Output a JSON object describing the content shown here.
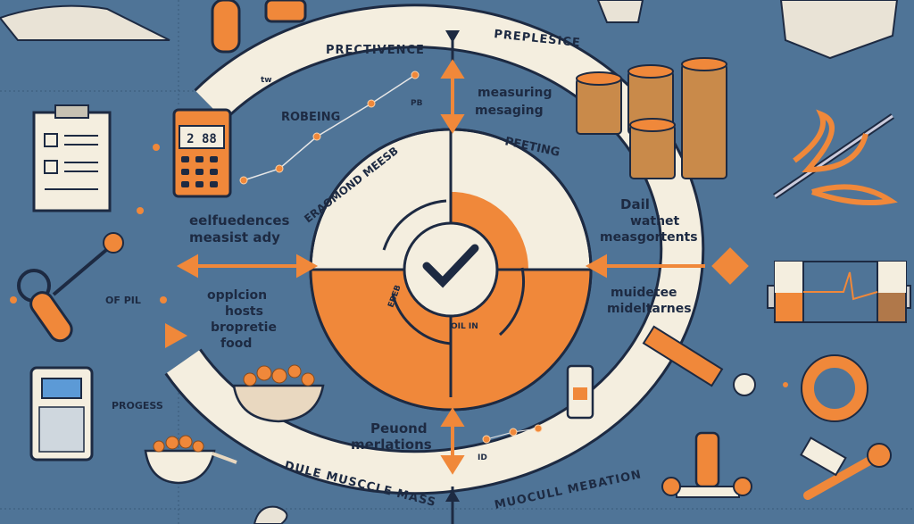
{
  "colors": {
    "background": "#4f7497",
    "cream": "#f4eedf",
    "orange": "#f0883a",
    "navy": "#1d2a42"
  },
  "ring_labels": {
    "top_left": "PRECTIVENCE",
    "top_right": "PREPLESICE",
    "bottom_left": "DULE MUSCCLE MASS",
    "bottom_right": "MUOCULL MEBATION"
  },
  "labels": {
    "rowering": "ROBEING",
    "measuring_1": "measuring",
    "measuring_2": "mesaging",
    "peeting": "PEETING",
    "inner_arc": "ERAOMOND MEESB",
    "self_1": "eelfuedences",
    "self_2": "measist ady",
    "daily_1": "Dail",
    "daily_2": "wathet",
    "daily_3": "measgortents",
    "moderate_1": "muidetee",
    "moderate_2": "mideltarnes",
    "app_1": "opplcion",
    "app_2": "hosts",
    "app_3": "bropretie",
    "app_4": "food",
    "of_pill": "OF PIL",
    "progress": "PROGESS",
    "pound_1": "Peuond",
    "pound_2": "merlations",
    "small_tw": "tw",
    "small_pb": "PB",
    "small_id": "ID",
    "calc_display": "2 88",
    "center_a": "EBEB",
    "center_b": "OIL IN"
  }
}
